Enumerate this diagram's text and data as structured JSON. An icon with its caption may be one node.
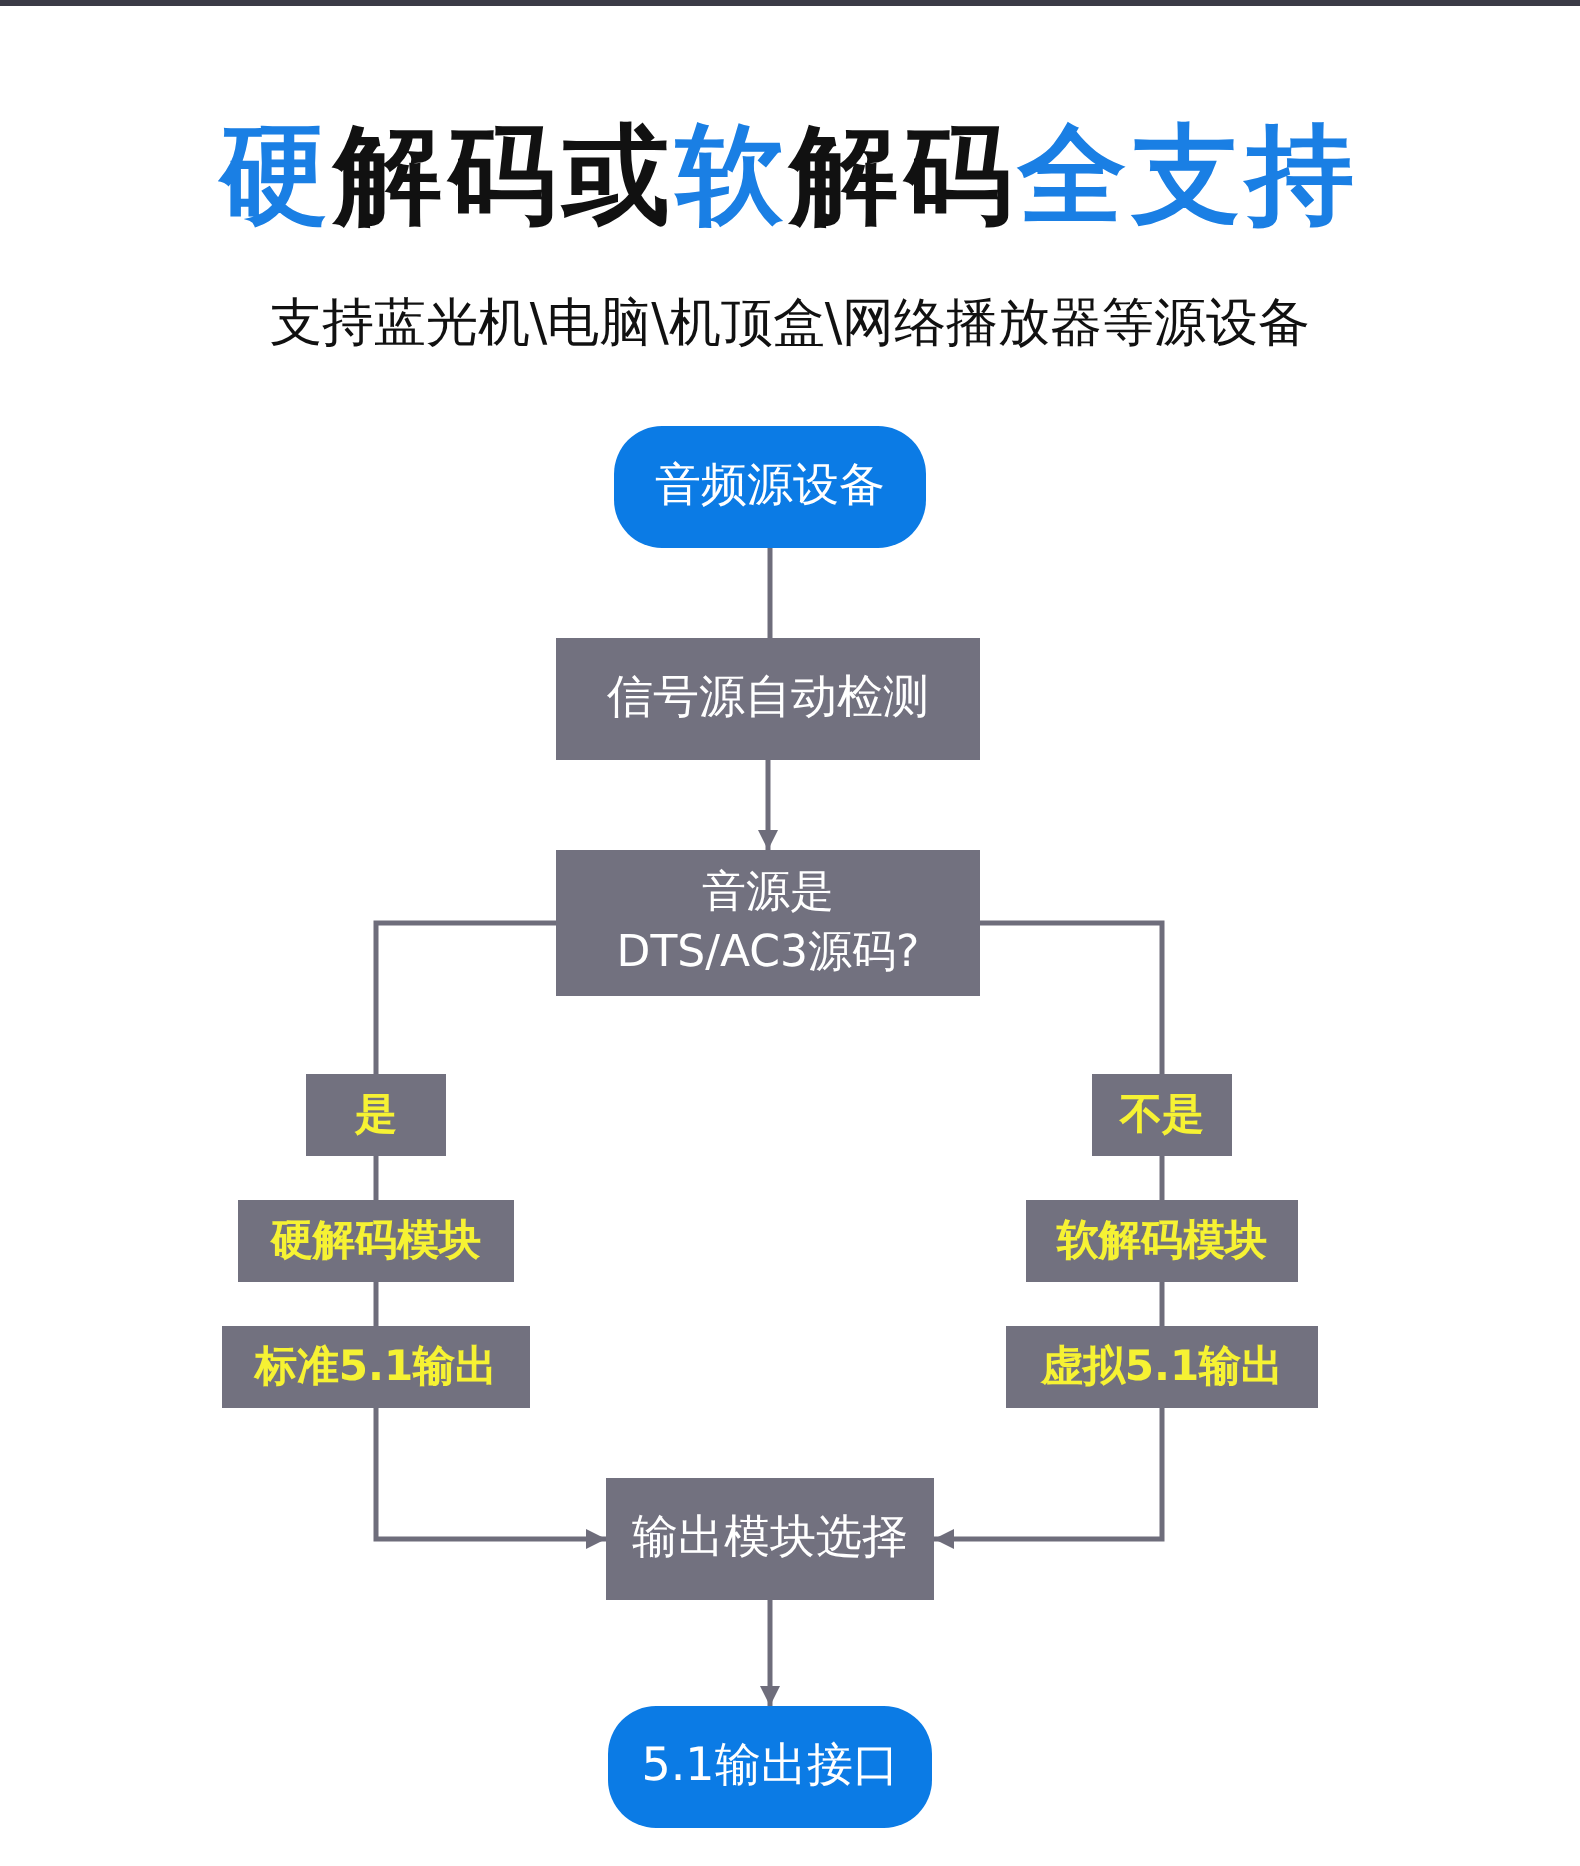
{
  "diagram": {
    "title": "**硬**解码或**软**解码**全支持**",
    "nodes": [
      {
        "text": [
          "音频源设备"
        ]
      },
      {
        "text": [
          "信号源自动检测"
        ]
      },
      {
        "text": [
          "音源是DTS/AC3源码?"
        ]
      },
      {
        "text": [
          "是"
        ]
      },
      {
        "text": [
          "硬解码模块"
        ]
      },
      {
        "text": [
          "标准5.1输出"
        ]
      },
      {
        "text": [
          "不是"
        ]
      },
      {
        "text": [
          "软解码模块"
        ]
      },
      {
        "text": [
          "虚拟5.1输出"
        ]
      },
      {
        "text": [
          "输出模块选择"
        ]
      },
      {
        "text": [
          "5.1输出接口"
        ]
      }
    ],
    "edges": [
      {
        "from": 0,
        "to": 1,
        "arrow": "none"
      },
      {
        "from": 1,
        "to": 2,
        "arrow": "to"
      },
      {
        "from": 2,
        "to": 3,
        "arrow": "none"
      },
      {
        "from": 3,
        "to": 4,
        "arrow": "none"
      },
      {
        "from": 4,
        "to": 5,
        "arrow": "none"
      },
      {
        "from": 5,
        "to": 9,
        "arrow": "to"
      },
      {
        "from": 2,
        "to": 6,
        "arrow": "none"
      },
      {
        "from": 6,
        "to": 7,
        "arrow": "none"
      },
      {
        "from": 7,
        "to": 8,
        "arrow": "none"
      },
      {
        "from": 8,
        "to": 9,
        "arrow": "to"
      },
      {
        "from": 9,
        "to": 10,
        "arrow": "to"
      }
    ],
    "labels": [
      "支持蓝光机\\电脑\\机顶盒\\网络播放器等源设备"
    ]
  }
}
